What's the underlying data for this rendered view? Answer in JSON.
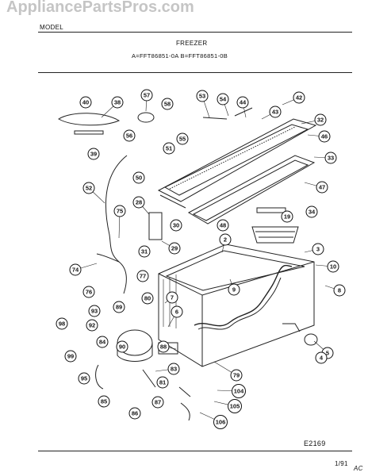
{
  "header": {
    "section_title": "MODEL",
    "product": "FREEZER",
    "variants": "A=FFT86851-0A    B=FFT86851-0B"
  },
  "watermark": "AppliancePartsPros.com",
  "diagram_code": "E2169",
  "page_number": "1/91",
  "corner_mark": "AC",
  "callouts": [
    {
      "label": "40",
      "name": "part-40"
    },
    {
      "label": "38",
      "name": "part-38"
    },
    {
      "label": "39",
      "name": "part-39"
    },
    {
      "label": "57",
      "name": "part-57"
    },
    {
      "label": "58",
      "name": "part-58"
    },
    {
      "label": "56",
      "name": "part-56"
    },
    {
      "label": "53",
      "name": "part-53"
    },
    {
      "label": "54",
      "name": "part-54"
    },
    {
      "label": "44",
      "name": "part-44"
    },
    {
      "label": "43",
      "name": "part-43"
    },
    {
      "label": "42",
      "name": "part-42"
    },
    {
      "label": "32",
      "name": "part-32"
    },
    {
      "label": "55",
      "name": "part-55"
    },
    {
      "label": "51",
      "name": "part-51"
    },
    {
      "label": "46",
      "name": "part-46"
    },
    {
      "label": "33",
      "name": "part-33"
    },
    {
      "label": "50",
      "name": "part-50"
    },
    {
      "label": "47",
      "name": "part-47"
    },
    {
      "label": "52",
      "name": "part-52"
    },
    {
      "label": "28",
      "name": "part-28"
    },
    {
      "label": "75",
      "name": "part-75"
    },
    {
      "label": "34",
      "name": "part-34"
    },
    {
      "label": "19",
      "name": "part-19"
    },
    {
      "label": "30",
      "name": "part-30"
    },
    {
      "label": "48",
      "name": "part-48"
    },
    {
      "label": "2",
      "name": "part-2"
    },
    {
      "label": "3",
      "name": "part-3"
    },
    {
      "label": "31",
      "name": "part-31"
    },
    {
      "label": "29",
      "name": "part-29"
    },
    {
      "label": "10",
      "name": "part-10"
    },
    {
      "label": "74",
      "name": "part-74"
    },
    {
      "label": "77",
      "name": "part-77"
    },
    {
      "label": "9",
      "name": "part-9"
    },
    {
      "label": "8",
      "name": "part-8"
    },
    {
      "label": "76",
      "name": "part-76"
    },
    {
      "label": "7",
      "name": "part-7"
    },
    {
      "label": "89",
      "name": "part-89"
    },
    {
      "label": "80",
      "name": "part-80"
    },
    {
      "label": "93",
      "name": "part-93"
    },
    {
      "label": "6",
      "name": "part-6"
    },
    {
      "label": "98",
      "name": "part-98"
    },
    {
      "label": "92",
      "name": "part-92"
    },
    {
      "label": "84",
      "name": "part-84"
    },
    {
      "label": "99",
      "name": "part-99"
    },
    {
      "label": "90",
      "name": "part-90"
    },
    {
      "label": "88",
      "name": "part-88"
    },
    {
      "label": "5",
      "name": "part-5"
    },
    {
      "label": "4",
      "name": "part-4"
    },
    {
      "label": "83",
      "name": "part-83"
    },
    {
      "label": "95",
      "name": "part-95"
    },
    {
      "label": "79",
      "name": "part-79"
    },
    {
      "label": "81",
      "name": "part-81"
    },
    {
      "label": "85",
      "name": "part-85"
    },
    {
      "label": "104",
      "name": "part-104"
    },
    {
      "label": "87",
      "name": "part-87"
    },
    {
      "label": "105",
      "name": "part-105"
    },
    {
      "label": "86",
      "name": "part-86"
    },
    {
      "label": "106",
      "name": "part-106"
    }
  ]
}
